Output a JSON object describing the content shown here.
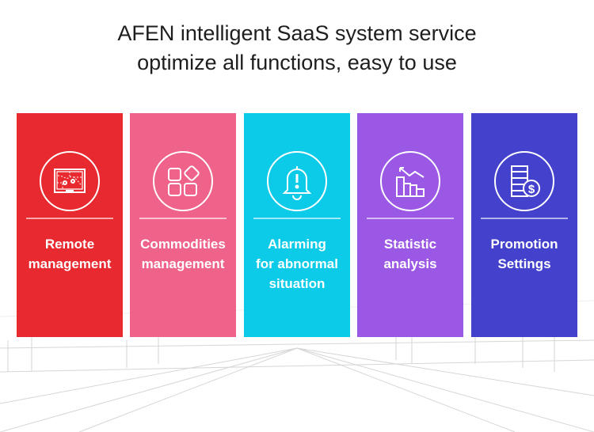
{
  "header": {
    "line1": "AFEN intelligent SaaS system service",
    "line2": "optimize all functions, easy to use"
  },
  "cards": [
    {
      "label": "Remote\nmanagement",
      "icon": "map-tablet-icon",
      "color": "#e8292f"
    },
    {
      "label": "Commodities\nmanagement",
      "icon": "app-blocks-icon",
      "color": "#ef628a"
    },
    {
      "label": "Alarming\nfor abnormal\nsituation",
      "icon": "bell-alarm-icon",
      "color": "#0ccbe9"
    },
    {
      "label": "Statistic\nanalysis",
      "icon": "bar-chart-trend-icon",
      "color": "#9b58e5"
    },
    {
      "label": "Promotion\nSettings",
      "icon": "coins-dollar-icon",
      "color": "#4442cc"
    }
  ]
}
